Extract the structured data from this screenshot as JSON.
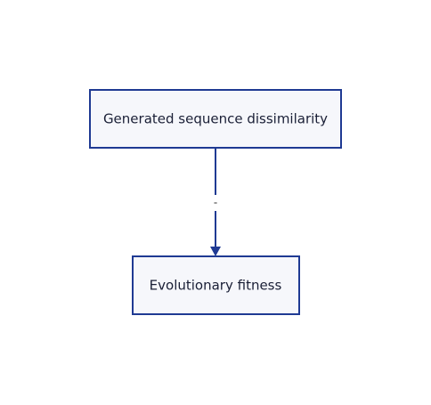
{
  "nodes": [
    {
      "id": "source",
      "label": "Generated sequence dissimilarity"
    },
    {
      "id": "target",
      "label": "Evolutionary fitness"
    }
  ],
  "edges": [
    {
      "from": "source",
      "to": "target",
      "label": "-"
    }
  ],
  "colors": {
    "node_border": "#1f3a93",
    "node_fill": "#f6f7fb",
    "edge": "#1f3a93",
    "text": "#1a1f36"
  }
}
